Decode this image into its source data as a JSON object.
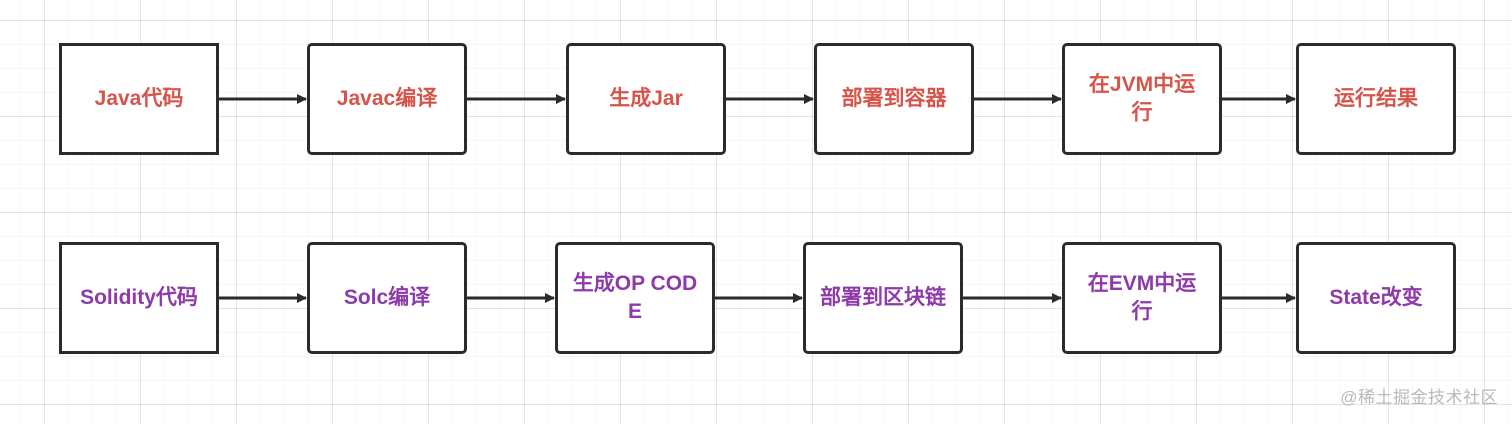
{
  "diagram": {
    "type": "flowchart",
    "direction": "left-to-right",
    "rows": [
      {
        "id": "java",
        "color": "#d6544a",
        "nodes": [
          {
            "id": "j1",
            "label": "Java代码"
          },
          {
            "id": "j2",
            "label": "Javac编译"
          },
          {
            "id": "j3",
            "label": "生成Jar"
          },
          {
            "id": "j4",
            "label": "部署到容器"
          },
          {
            "id": "j5",
            "label": "在JVM中运行"
          },
          {
            "id": "j6",
            "label": "运行结果"
          }
        ],
        "edges": [
          [
            "j1",
            "j2"
          ],
          [
            "j2",
            "j3"
          ],
          [
            "j3",
            "j4"
          ],
          [
            "j4",
            "j5"
          ],
          [
            "j5",
            "j6"
          ]
        ]
      },
      {
        "id": "solidity",
        "color": "#8e3aa8",
        "nodes": [
          {
            "id": "s1",
            "label": "Solidity代码"
          },
          {
            "id": "s2",
            "label": "Solc编译"
          },
          {
            "id": "s3",
            "label": "生成OP CODE"
          },
          {
            "id": "s4",
            "label": "部署到区块链"
          },
          {
            "id": "s5",
            "label": "在EVM中运行"
          },
          {
            "id": "s6",
            "label": "State改变"
          }
        ],
        "edges": [
          [
            "s1",
            "s2"
          ],
          [
            "s2",
            "s3"
          ],
          [
            "s3",
            "s4"
          ],
          [
            "s4",
            "s5"
          ],
          [
            "s5",
            "s6"
          ]
        ]
      }
    ]
  },
  "watermark": "@稀土掘金技术社区"
}
